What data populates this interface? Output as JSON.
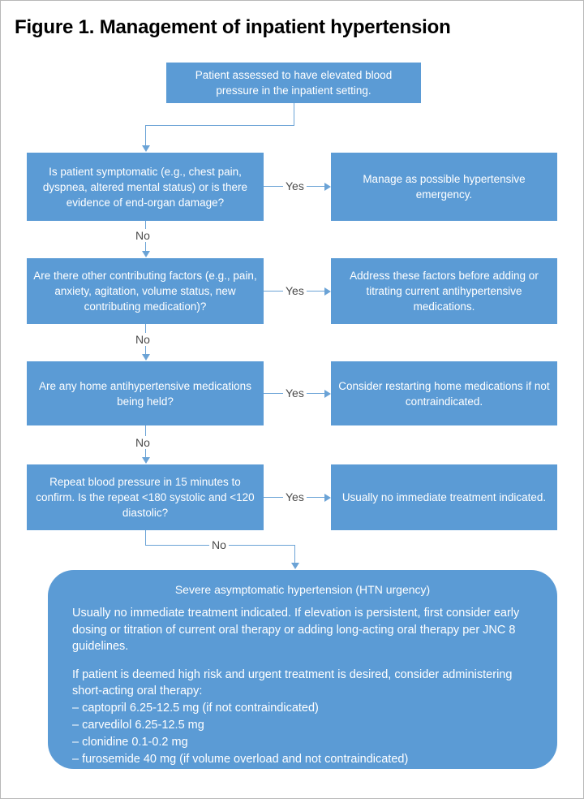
{
  "figure": {
    "title": "Figure 1. Management of inpatient hypertension"
  },
  "colors": {
    "node_fill": "#5B9BD5",
    "connector": "#6BA3D6",
    "node_text": "#FFFFFF",
    "edge_label_text": "#4A4A4A",
    "page_background": "#FFFFFF"
  },
  "nodes": {
    "start": "Patient assessed to have elevated blood pressure in the inpatient setting.",
    "decision1": "Is patient symptomatic (e.g., chest pain, dyspnea, altered mental status) or is there evidence of end-organ damage?",
    "outcome1": "Manage as possible hypertensive emergency.",
    "decision2": "Are there other contributing factors (e.g., pain, anxiety, agitation, volume status, new contributing medication)?",
    "outcome2": "Address these factors before adding or titrating current antihypertensive medications.",
    "decision3": "Are any home antihypertensive medications being held?",
    "outcome3": "Consider restarting home medications if not contraindicated.",
    "decision4": "Repeat blood pressure in 15 minutes to confirm. Is the repeat <180 systolic and <120 diastolic?",
    "outcome4": "Usually no immediate treatment indicated."
  },
  "edges": {
    "yes1": "Yes",
    "no1": "No",
    "yes2": "Yes",
    "no2": "No",
    "yes3": "Yes",
    "no3": "No",
    "yes4": "Yes",
    "no4": "No"
  },
  "summary": {
    "heading": "Severe asymptomatic hypertension (HTN urgency)",
    "paragraph1": "Usually no immediate treatment indicated. If elevation is persistent, first consider early dosing or titration of current oral therapy or adding long-acting oral therapy per JNC 8 guidelines.",
    "paragraph2": "If patient is deemed high risk and urgent treatment is desired, consider administering short-acting oral therapy:",
    "medications": [
      "– captopril 6.25-12.5 mg (if not contraindicated)",
      "– carvedilol 6.25-12.5 mg",
      "– clonidine 0.1-0.2 mg",
      "– furosemide 40 mg (if volume overload and not contraindicated)"
    ]
  }
}
